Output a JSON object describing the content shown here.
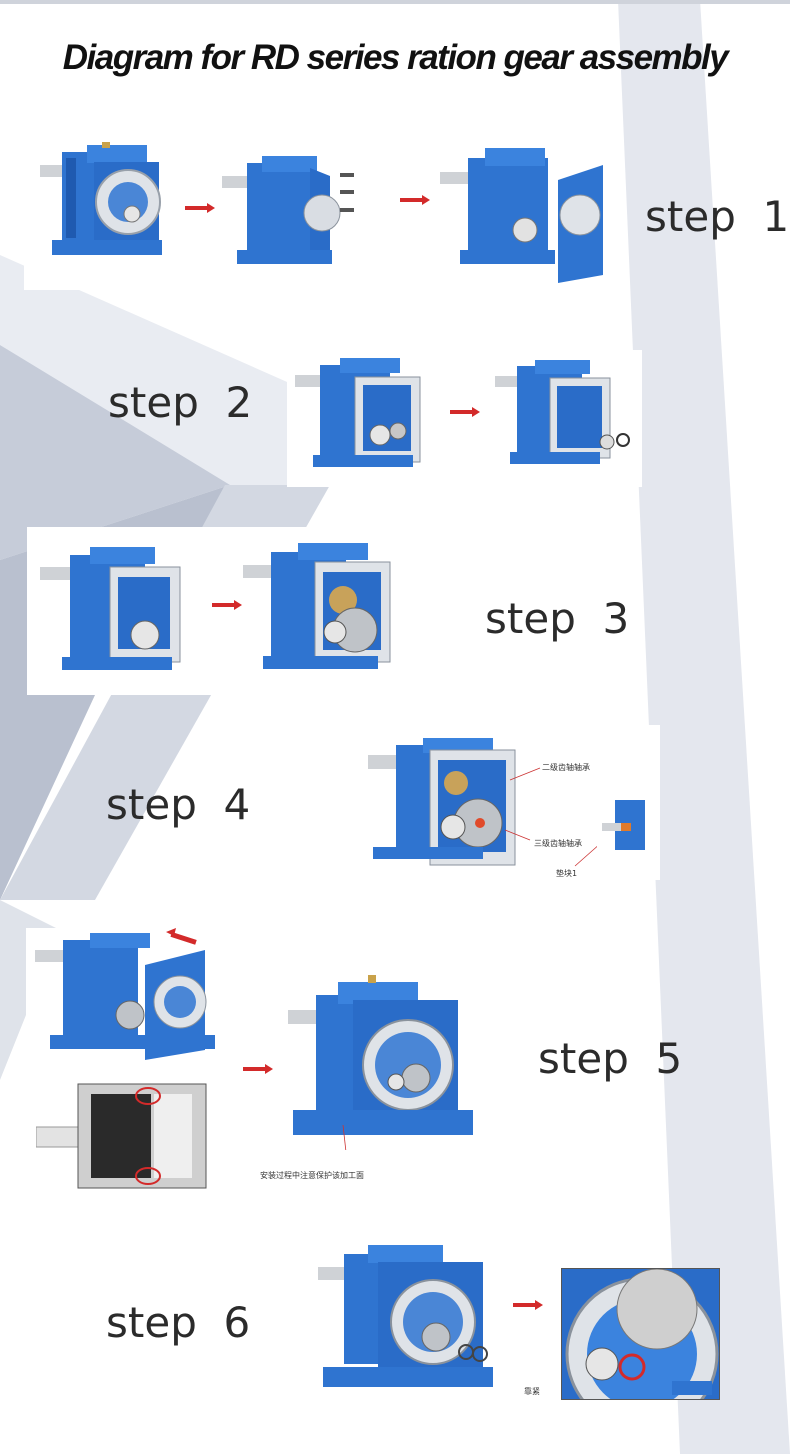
{
  "title": "Diagram for RD series ration gear assembly",
  "steps": {
    "s1": "step  1",
    "s2": "step  2",
    "s3": "step  3",
    "s4": "step  4",
    "s5": "step  5",
    "s6": "step  6"
  },
  "annotations": {
    "second_stage_bearing": "二级齿轴轴承",
    "third_stage_bearing": "三级齿轴轴承",
    "pad_block": "垫块1",
    "protect_surface": "安装过程中注意保护该加工面",
    "tighten": "靠紧"
  },
  "colors": {
    "gearbox_blue": "#2f74d0",
    "arrow_red": "#d32a2a",
    "band_gray": "#c9cfdc"
  }
}
